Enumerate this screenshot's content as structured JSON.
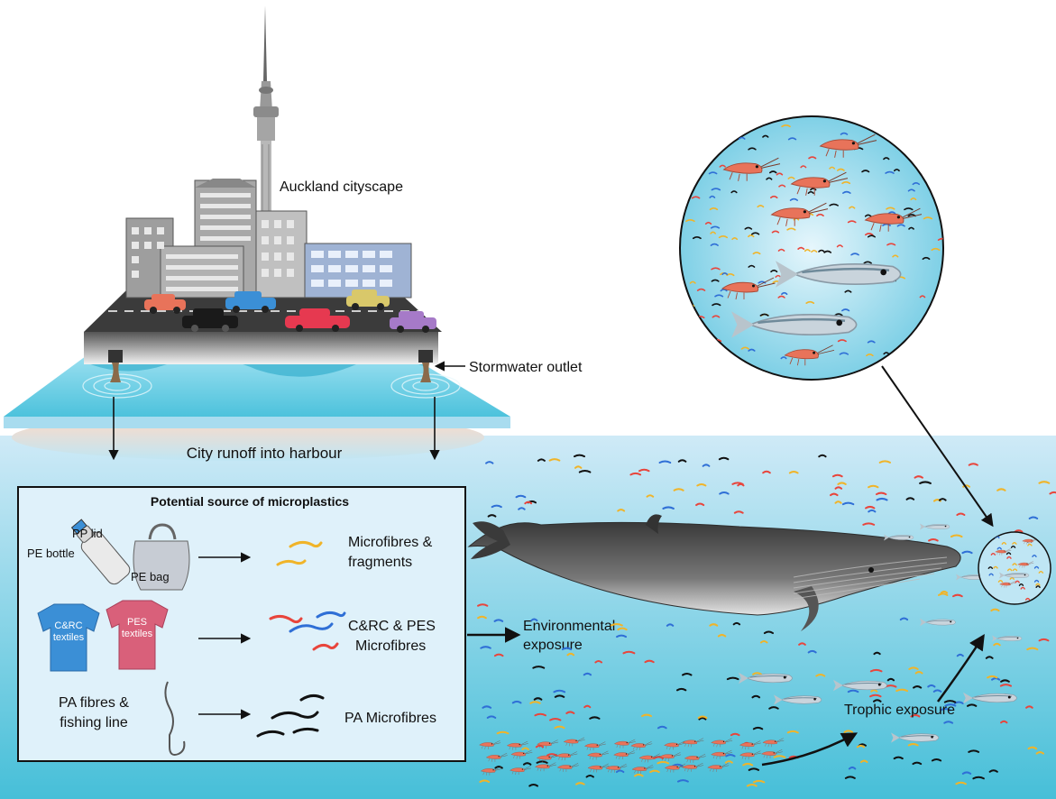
{
  "labels": {
    "cityscape": "Auckland cityscape",
    "stormwater": "Stormwater outlet",
    "runoff": "City runoff into harbour",
    "environmental_line1": "Environmental",
    "environmental_line2": "exposure",
    "trophic": "Trophic exposure"
  },
  "source_box": {
    "title": "Potential source of microplastics",
    "pp_lid": "PP lid",
    "pe_bottle": "PE bottle",
    "pe_bag": "PE bag",
    "crc_line1": "C&RC",
    "crc_line2": "textiles",
    "pes_line1": "PES",
    "pes_line2": "textiles",
    "pa_line1": "PA fibres &",
    "pa_line2": "fishing line",
    "out1_line1": "Microfibres &",
    "out1_line2": "fragments",
    "out2_line1": "C&RC & PES",
    "out2_line2": "Microfibres",
    "out3": "PA Microfibres"
  },
  "colors": {
    "sea_top": "#c8e6f5",
    "sea_bottom": "#4fc3da",
    "fibre_yellow": "#f0b429",
    "fibre_red": "#e8453c",
    "fibre_blue": "#2f6fd6",
    "fibre_black": "#111111",
    "krill": "#e8735a",
    "crc_shirt": "#3b8fd6",
    "pes_shirt": "#d9607a"
  }
}
